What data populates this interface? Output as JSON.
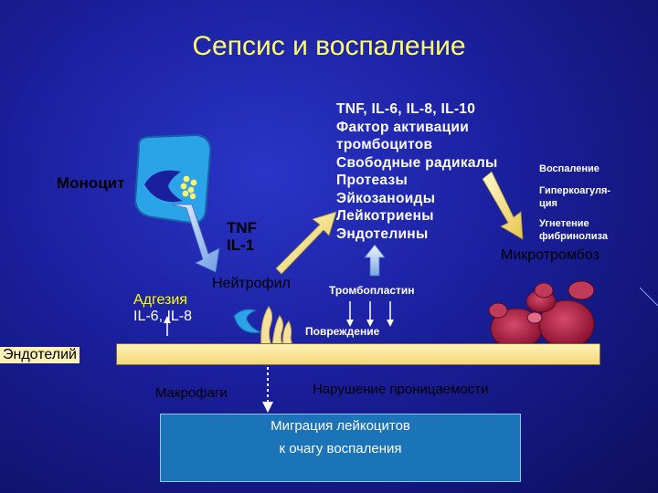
{
  "title": "Сепсис и воспаление",
  "monocyte_label": "Моноцит",
  "tnf_il1": [
    "TNF",
    "IL-1"
  ],
  "mediators": [
    "TNF, IL-6, IL-8, IL-10",
    "Фактор активации",
    "тромбоцитов",
    "Свободные радикалы",
    "Протеазы",
    "Эйкозаноиды",
    "Лейкотриены",
    "Эндотелины"
  ],
  "right_list": [
    "Воспаление",
    "Гиперкоагуля-",
    "ция",
    "Угнетение",
    "фибринолиза"
  ],
  "microthrombus": "Микротромбоз",
  "neutrophil": "Нейтрофил",
  "adhesion": "Адгезия",
  "adhesion_il": "IL-6, IL-8",
  "thromboplastin": "Тромбопластин",
  "damage": "Повреждение",
  "endothelium": "Эндотелий",
  "macrophages": "Макрофаги",
  "permeability": "Нарушение проницаемости",
  "migration": [
    "Миграция лейкоцитов",
    "к очагу воспаления"
  ],
  "colors": {
    "background": "#1a1f9c",
    "title": "#ffff66",
    "accent_yellow": "#ffff00",
    "box": "#1c74b8"
  }
}
